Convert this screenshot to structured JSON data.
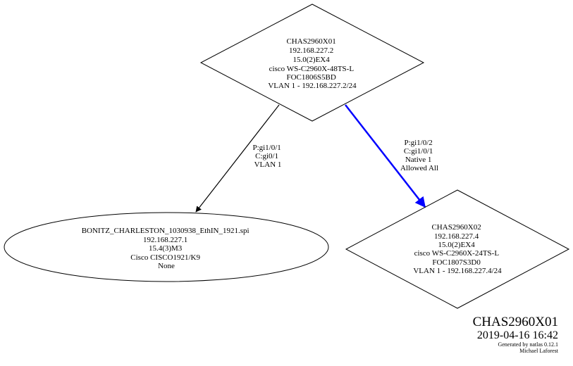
{
  "nodes": {
    "root": {
      "lines": [
        "CHAS2960X01",
        "192.168.227.2",
        "15.0(2)EX4",
        "cisco WS-C2960X-48TS-L",
        "FOC1806S5BD",
        "VLAN 1 - 192.168.227.2/24"
      ]
    },
    "router": {
      "lines": [
        "BONITZ_CHARLESTON_1030938_EthIN_1921.spi",
        "192.168.227.1",
        "15.4(3)M3",
        "Cisco CISCO1921/K9",
        "None"
      ]
    },
    "switch2": {
      "lines": [
        "CHAS2960X02",
        "192.168.227.4",
        "15.0(2)EX4",
        "cisco WS-C2960X-24TS-L",
        "FOC1807S3D0",
        "VLAN 1 - 192.168.227.4/24"
      ]
    }
  },
  "edges": {
    "to_router": {
      "lines": [
        "P:gi1/0/1",
        "C:gi0/1",
        "VLAN 1"
      ],
      "color": "#000000"
    },
    "to_switch2": {
      "lines": [
        "P:gi1/0/2",
        "C:gi1/0/1",
        "Native 1",
        "Allowed All"
      ],
      "color": "#0000ff"
    }
  },
  "footer": {
    "title": "CHAS2960X01",
    "datetime": "2019-04-16 16:42",
    "generated_by": "Generated by natlas 0.12.1",
    "author": "Michael Laforest"
  }
}
